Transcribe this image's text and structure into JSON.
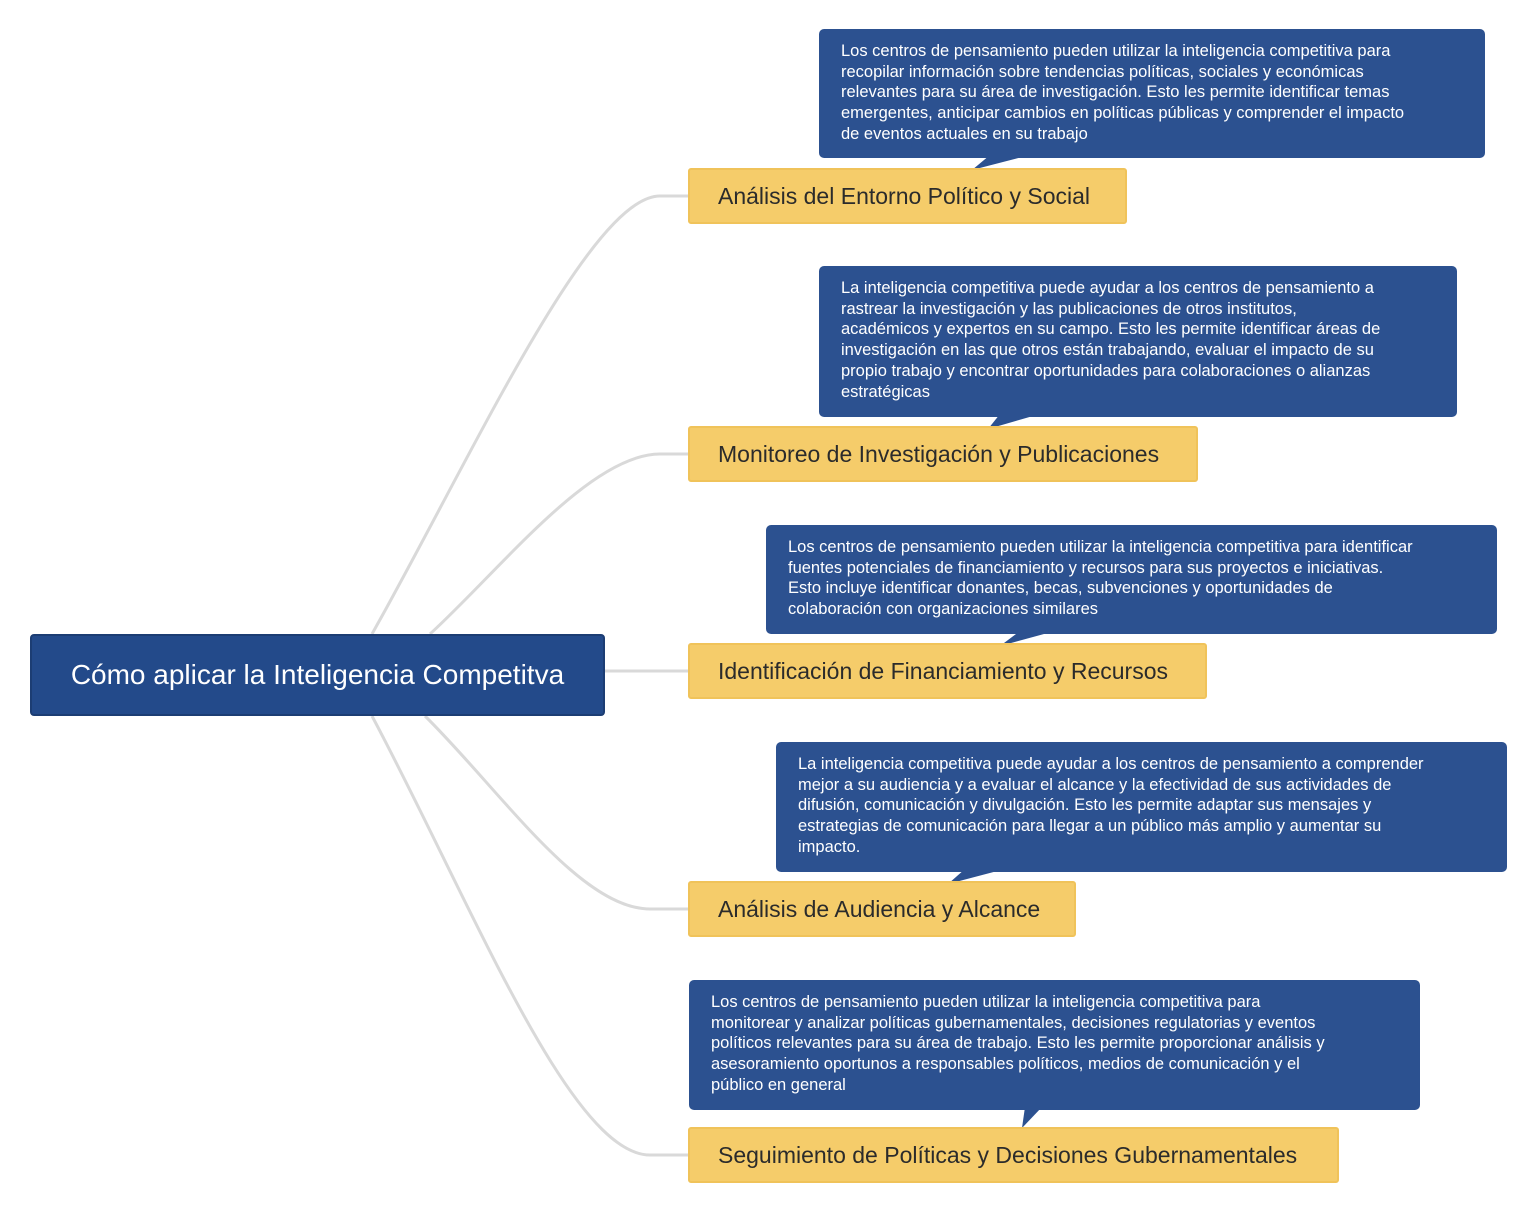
{
  "root": {
    "label": "Cómo aplicar la Inteligencia Competitva"
  },
  "topics": [
    {
      "label": "Análisis del Entorno Político y Social",
      "note": [
        "Los centros de pensamiento pueden utilizar la inteligencia competitiva para",
        "recopilar información sobre tendencias políticas, sociales y económicas",
        "relevantes para su área de investigación. Esto les permite identificar temas",
        "emergentes, anticipar cambios en políticas públicas y comprender el impacto",
        "de eventos actuales en su trabajo"
      ]
    },
    {
      "label": "Monitoreo de Investigación y Publicaciones",
      "note": [
        "La inteligencia competitiva puede ayudar a los centros de pensamiento a",
        "rastrear la investigación y las publicaciones de otros institutos,",
        "académicos y expertos en su campo. Esto les permite identificar áreas de",
        "investigación en las que otros están trabajando, evaluar el impacto de su",
        "propio trabajo y encontrar oportunidades para colaboraciones o alianzas",
        "estratégicas"
      ]
    },
    {
      "label": "Identificación de Financiamiento y Recursos",
      "note": [
        "Los centros de pensamiento pueden utilizar la inteligencia competitiva para identificar",
        "fuentes potenciales de financiamiento y recursos para sus proyectos e iniciativas.",
        "Esto incluye identificar donantes, becas, subvenciones y oportunidades de",
        "colaboración con organizaciones similares"
      ]
    },
    {
      "label": "Análisis de Audiencia y Alcance",
      "note": [
        "La inteligencia competitiva puede ayudar a los centros de pensamiento a comprender",
        "mejor a su audiencia y a evaluar el alcance y la efectividad de sus actividades de",
        "difusión, comunicación y divulgación. Esto les permite adaptar sus mensajes y",
        "estrategias de comunicación para llegar a un público más amplio y aumentar su",
        "impacto."
      ]
    },
    {
      "label": "Seguimiento de Políticas y Decisiones Gubernamentales",
      "note": [
        "Los centros de pensamiento pueden utilizar la inteligencia competitiva para",
        "monitorear y analizar políticas gubernamentales, decisiones regulatorias y eventos",
        "políticos relevantes para su área de trabajo. Esto les permite proporcionar análisis y",
        "asesoramiento oportunos a responsables políticos, medios de comunicación y el",
        "público en general"
      ]
    }
  ],
  "colors": {
    "root_fill": "#234a8a",
    "topic_fill": "#f5cc6a",
    "note_fill": "#2c5190",
    "connector": "#d9d9d9"
  }
}
